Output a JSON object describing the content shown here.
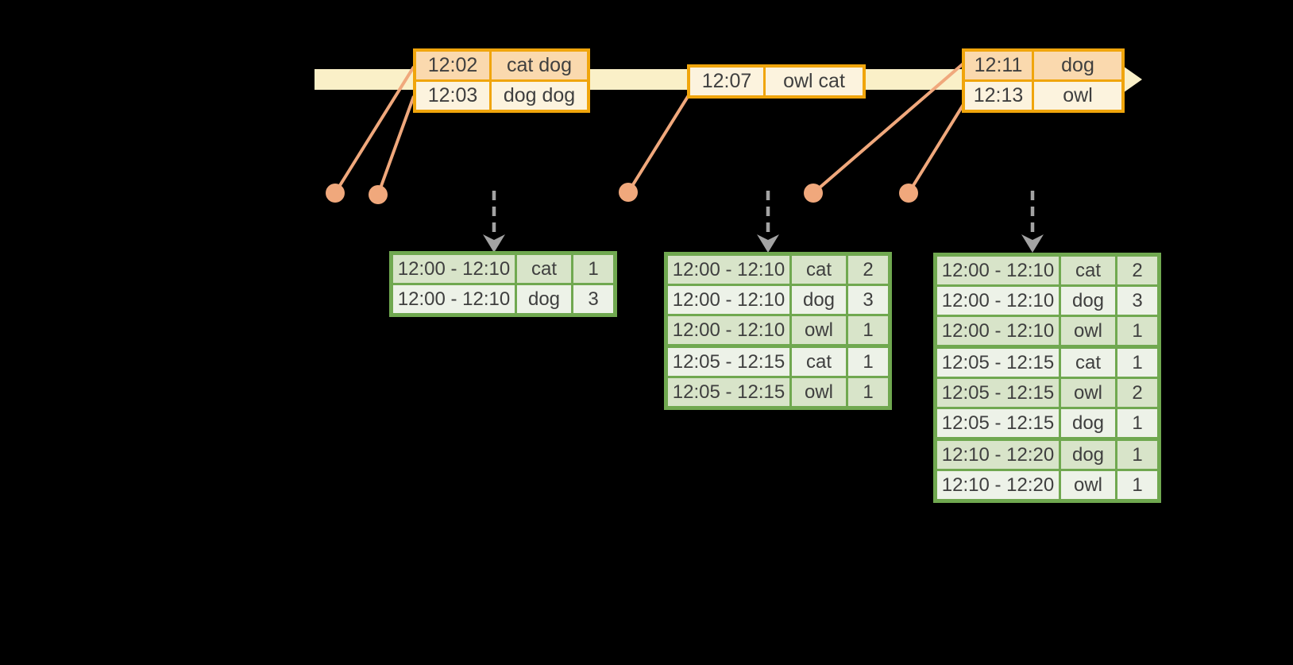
{
  "diagram": {
    "title": "windowed-stream-aggregation-diagram",
    "event_tables": [
      {
        "id": "events-batch-1",
        "rows": [
          [
            "12:02",
            "cat dog"
          ],
          [
            "12:03",
            "dog dog"
          ]
        ]
      },
      {
        "id": "events-batch-2",
        "rows": [
          [
            "12:07",
            "owl cat"
          ]
        ]
      },
      {
        "id": "events-batch-3",
        "rows": [
          [
            "12:11",
            "dog"
          ],
          [
            "12:13",
            "owl"
          ]
        ]
      }
    ],
    "result_tables": [
      {
        "id": "result-after-trigger-1",
        "rows": [
          [
            "12:00 - 12:10",
            "cat",
            "1"
          ],
          [
            "12:00 - 12:10",
            "dog",
            "3"
          ]
        ]
      },
      {
        "id": "result-after-trigger-2",
        "rows": [
          [
            "12:00 - 12:10",
            "cat",
            "2"
          ],
          [
            "12:00 - 12:10",
            "dog",
            "3"
          ],
          [
            "12:00 - 12:10",
            "owl",
            "1"
          ],
          [
            "12:05 - 12:15",
            "cat",
            "1"
          ],
          [
            "12:05 - 12:15",
            "owl",
            "1"
          ]
        ]
      },
      {
        "id": "result-after-trigger-3",
        "rows": [
          [
            "12:00 - 12:10",
            "cat",
            "2"
          ],
          [
            "12:00 - 12:10",
            "dog",
            "3"
          ],
          [
            "12:00 - 12:10",
            "owl",
            "1"
          ],
          [
            "12:05 - 12:15",
            "cat",
            "1"
          ],
          [
            "12:05 - 12:15",
            "owl",
            "2"
          ],
          [
            "12:05 - 12:15",
            "dog",
            "1"
          ],
          [
            "12:10 - 12:20",
            "dog",
            "1"
          ],
          [
            "12:10 - 12:20",
            "owl",
            "1"
          ]
        ]
      }
    ],
    "colors": {
      "background": "#000000",
      "timeline_fill": "#FAF0C8",
      "event_table_border": "#F0A50C",
      "event_row_highlight_fill": "#FAD9AE",
      "event_row_base_fill": "#FCF3DE",
      "connector_line": "#F0A87C",
      "result_table_border": "#70A850",
      "result_row_dark_fill": "#D8E4C9",
      "result_row_light_fill": "#EDF2E8",
      "trigger_arrow": "#A3A3A3",
      "text": "#3F3F3F"
    }
  }
}
